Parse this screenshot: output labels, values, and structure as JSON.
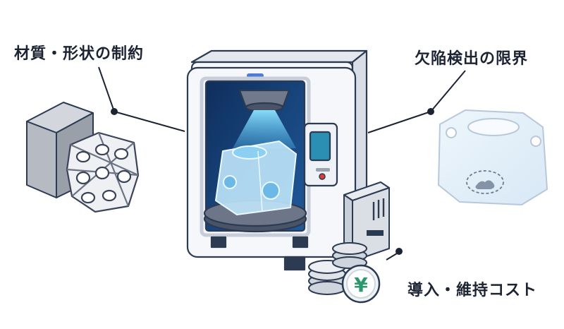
{
  "labels": {
    "material": "材質・形状の制約",
    "defect": "欠陥検出の限界",
    "cost": "導入・維持コスト"
  },
  "coin_symbol": "¥",
  "colors": {
    "outline": "#2c3a52",
    "machine_body": "#f5f7fa",
    "chamber": "#143a6e",
    "cyan_glow": "#6fd6ff",
    "part_blue": "#bfe6fb",
    "gray_block": "#b5bac3",
    "lattice": "#d4d8de",
    "coin": "#dfe3e8",
    "yen_coin": "#f0f3f6",
    "yen_color": "#2a9a6d",
    "red_button": "#e03a3a"
  }
}
